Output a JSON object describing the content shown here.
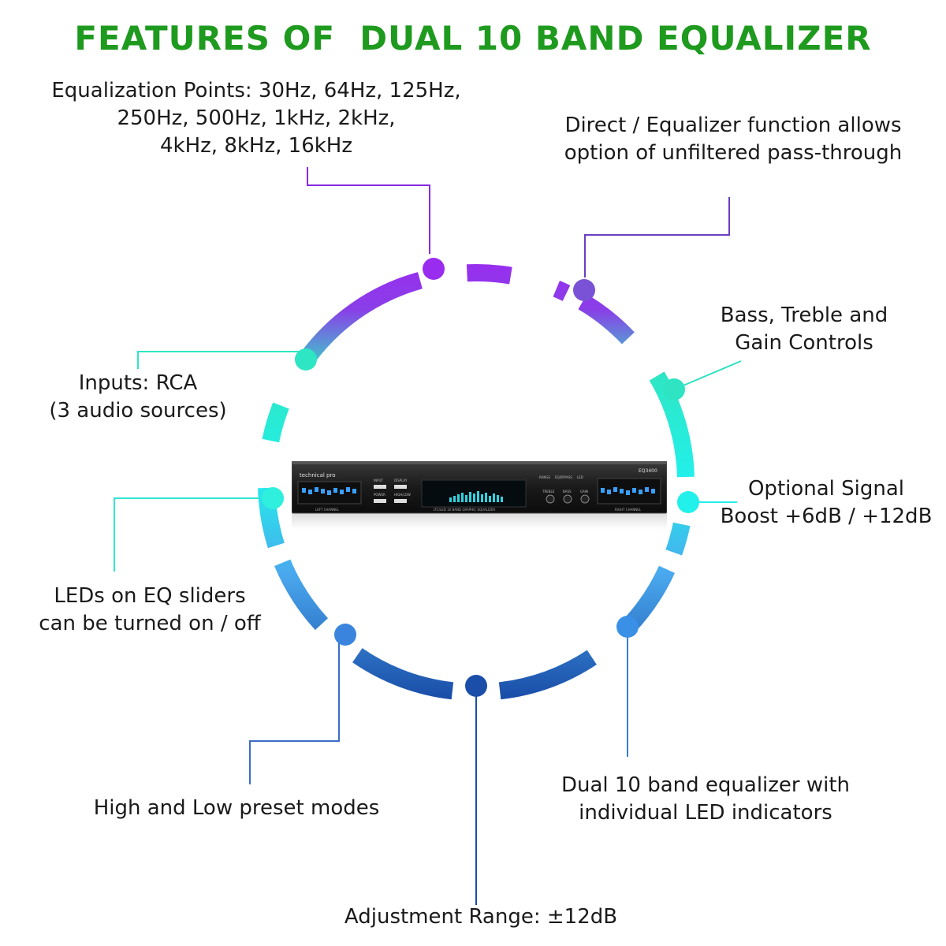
{
  "title": "FEATURES OF  DUAL 10 BAND EQUALIZER",
  "colors": {
    "title": "#1e9a1e",
    "purple": "#8f2fe0",
    "teal": "#2ee8c0",
    "cyan": "#22f0e8",
    "light_blue": "#4aa8ee",
    "dark_blue": "#1a54aa"
  },
  "features": {
    "eq_points": [
      "Equalization Points: 30Hz, 64Hz, 125Hz,",
      "250Hz, 500Hz, 1kHz, 2kHz,",
      "4kHz, 8kHz, 16kHz"
    ],
    "direct": [
      "Direct / Equalizer function allows",
      "option of unfiltered pass-through"
    ],
    "bass_treble": [
      "Bass, Treble and",
      "Gain Controls"
    ],
    "inputs": [
      "Inputs: RCA",
      "(3 audio sources)"
    ],
    "boost": [
      "Optional Signal",
      "Boost +6dB / +12dB"
    ],
    "leds": [
      "LEDs on EQ sliders",
      "can be turned on / off"
    ],
    "presets": [
      "High and Low preset modes"
    ],
    "dual_band": [
      "Dual 10 band equalizer with",
      "individual LED indicators"
    ],
    "adjustment": [
      "Adjustment Range: ±12dB"
    ]
  },
  "device": {
    "brand": "technical pro",
    "model": "EQ3400",
    "left_channel": "LEFT CHANNEL",
    "right_channel": "RIGHT CHANNEL",
    "buttons": [
      "INPUT",
      "DISPLAY",
      "POWER",
      "HIGH/LOW"
    ],
    "switch_labels": [
      "RANGE",
      "EQ/BYPASS",
      "LED"
    ],
    "knob_labels": [
      "TREBLE",
      "BASS",
      "GAIN"
    ],
    "subtitle": "LTC/LED 10 BAND GRAPHIC EQUALIZER"
  }
}
